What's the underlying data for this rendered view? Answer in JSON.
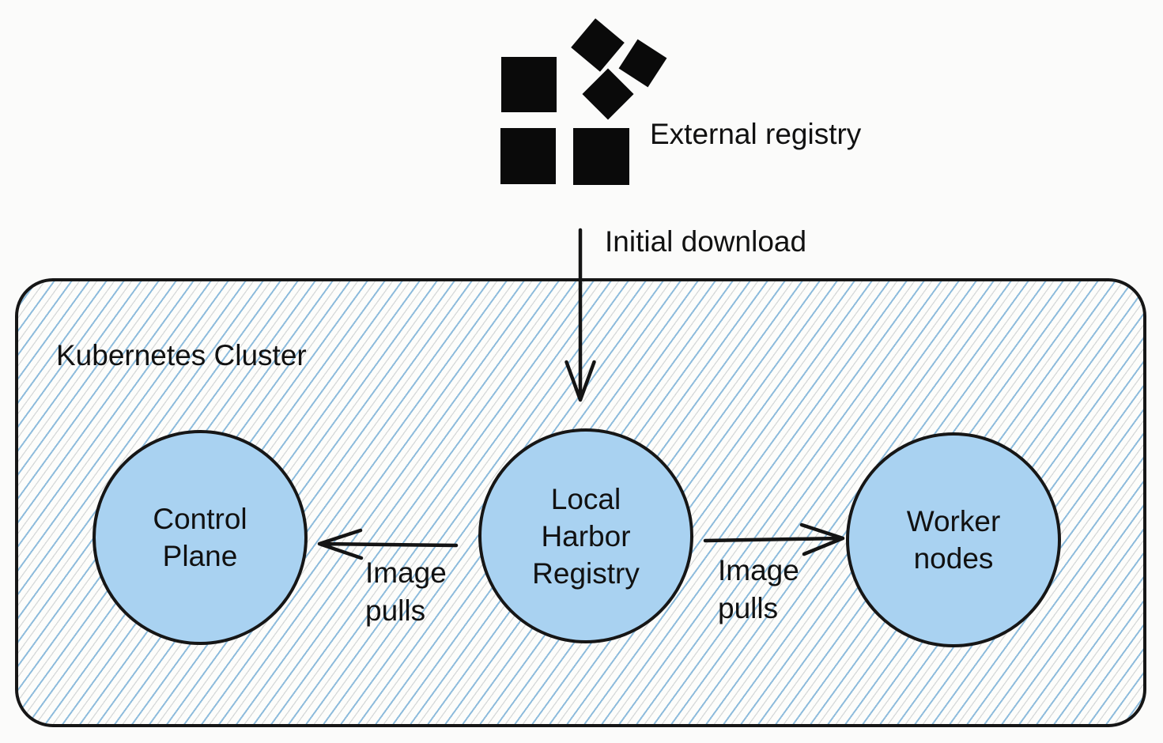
{
  "external_registry": {
    "label": "External registry",
    "icon": "scattered-black-squares-logo"
  },
  "cluster": {
    "label": "Kubernetes Cluster"
  },
  "nodes": {
    "control_plane": {
      "lines": [
        "Control",
        "Plane"
      ]
    },
    "harbor": {
      "lines": [
        "Local",
        "Harbor",
        "Registry"
      ]
    },
    "worker": {
      "lines": [
        "Worker",
        "nodes"
      ]
    }
  },
  "edges": {
    "initial_download": {
      "label": "Initial download",
      "from": "External registry",
      "to": "Local Harbor Registry"
    },
    "pull_control": {
      "lines": [
        "Image",
        "pulls"
      ],
      "from": "Local Harbor Registry",
      "to": "Control Plane"
    },
    "pull_worker": {
      "lines": [
        "Image",
        "pulls"
      ],
      "from": "Local Harbor Registry",
      "to": "Worker nodes"
    }
  },
  "colors": {
    "background": "#fbfbfa",
    "node_fill": "#a9d2f1",
    "stroke": "#161616",
    "hatch_blue": "#7bb0d7",
    "hatch_gray": "#969ea2",
    "text": "#111111",
    "logo_black": "#0a0a0a"
  }
}
